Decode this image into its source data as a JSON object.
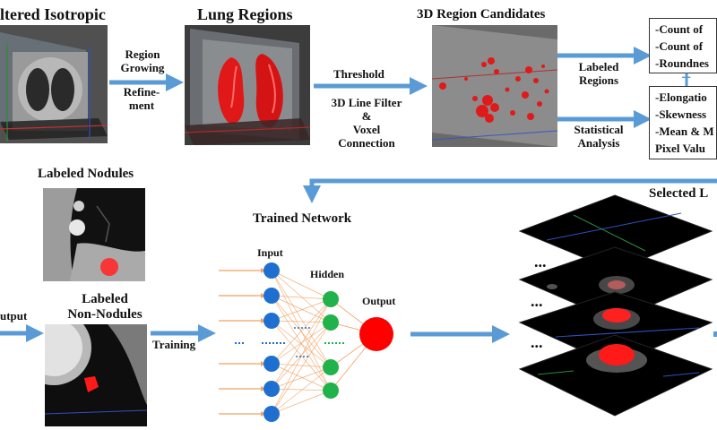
{
  "stages": {
    "isotropic_title": "ltered Isotropic",
    "lung_title": "Lung Regions",
    "candidates_title": "3D Region Candidates",
    "labeled_nodules_title": "Labeled Nodules",
    "labeled_non_nodules_title_line1": "Labeled",
    "labeled_non_nodules_title_line2": "Non-Nodules",
    "trained_network_title": "Trained Network",
    "selected_title": "Selected L"
  },
  "arrow_labels": {
    "region_growing_line1": "Region",
    "region_growing_line2": "Growing",
    "refinement": "Refine-",
    "refinement_line2": "ment",
    "threshold": "Threshold",
    "line_filter": "3D Line Filter",
    "amp": "&",
    "voxel": "Voxel",
    "connection": "Connection",
    "labeled_regions_line1": "Labeled",
    "labeled_regions_line2": "Regions",
    "statistical_line1": "Statistical",
    "statistical_line2": "Analysis",
    "training": "Training",
    "output_left": "utput"
  },
  "feature_boxes": {
    "box1": [
      "-Count of",
      "-Count of",
      "-Roundnes"
    ],
    "plus": "+",
    "box2": [
      "-Elongatio",
      "-Skewness",
      "-Mean & M",
      "Pixel Valu"
    ]
  },
  "network": {
    "input_label": "Input",
    "hidden_label": "Hidden",
    "output_label": "Output",
    "input_nodes": 7,
    "hidden_nodes": 4,
    "output_nodes": 1
  },
  "slices": {
    "ellipsis": "..."
  },
  "colors": {
    "arrow": "#5b9bd5",
    "input_node": "#1f6fd1",
    "hidden_node": "#22b24c",
    "output_node": "#ff0000",
    "input_arrows": "#f0a060",
    "nodule": "#ff2020"
  }
}
